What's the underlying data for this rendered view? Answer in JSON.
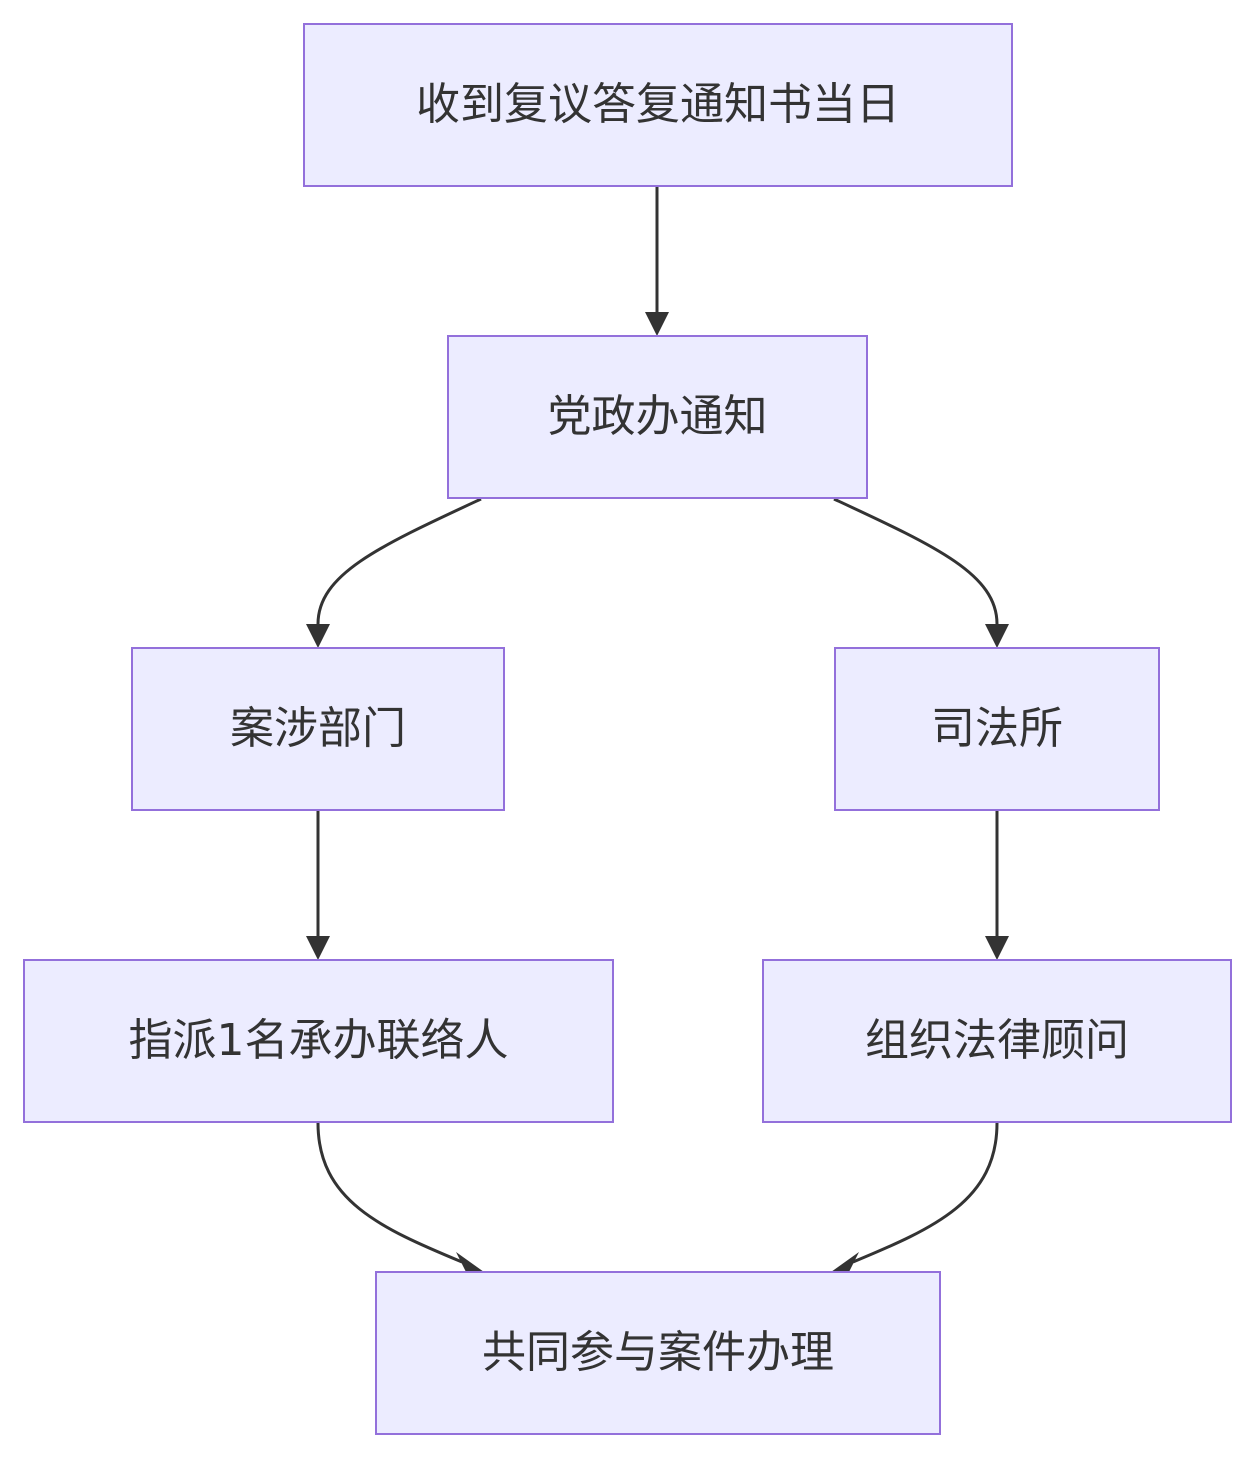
{
  "nodes": [
    {
      "id": "n1",
      "label": "收到复议答复通知书当日"
    },
    {
      "id": "n2",
      "label": "党政办通知"
    },
    {
      "id": "n3",
      "label": "案涉部门"
    },
    {
      "id": "n4",
      "label": "司法所"
    },
    {
      "id": "n5",
      "label": "指派1名承办联络人"
    },
    {
      "id": "n6",
      "label": "组织法律顾问"
    },
    {
      "id": "n7",
      "label": "共同参与案件办理"
    }
  ],
  "edges": [
    {
      "from": "n1",
      "to": "n2"
    },
    {
      "from": "n2",
      "to": "n3"
    },
    {
      "from": "n2",
      "to": "n4"
    },
    {
      "from": "n3",
      "to": "n5"
    },
    {
      "from": "n4",
      "to": "n6"
    },
    {
      "from": "n5",
      "to": "n7"
    },
    {
      "from": "n6",
      "to": "n7"
    }
  ],
  "colors": {
    "node_fill": "#ECECFF",
    "node_border": "#9370DB",
    "edge": "#333333",
    "text": "#333333"
  }
}
